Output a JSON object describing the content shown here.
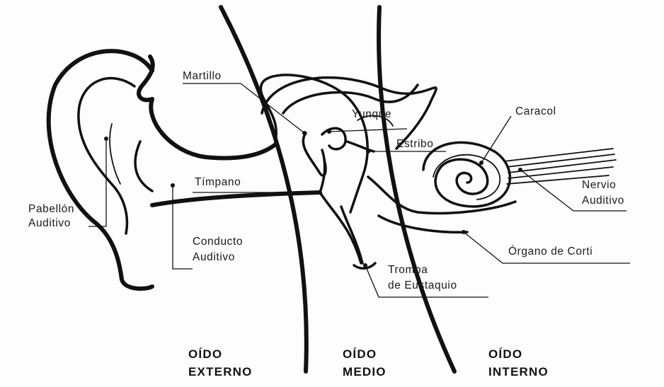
{
  "labels": {
    "pabellon_1": "Pabellón",
    "pabellon_2": "Auditivo",
    "martillo": "Martillo",
    "yunque": "Yunque",
    "estribo": "Estribo",
    "timpano": "Tímpano",
    "conducto_1": "Conducto",
    "conducto_2": "Auditivo",
    "caracol": "Caracol",
    "nervio_1": "Nervio",
    "nervio_2": "Auditivo",
    "organo": "Órgano de Corti",
    "trompa_1": "Trompa",
    "trompa_2": "de Eustaquio"
  },
  "regions": {
    "externo_1": "OÍDO",
    "externo_2": "EXTERNO",
    "medio_1": "OÍDO",
    "medio_2": "MEDIO",
    "interno_1": "OÍDO",
    "interno_2": "INTERNO"
  }
}
